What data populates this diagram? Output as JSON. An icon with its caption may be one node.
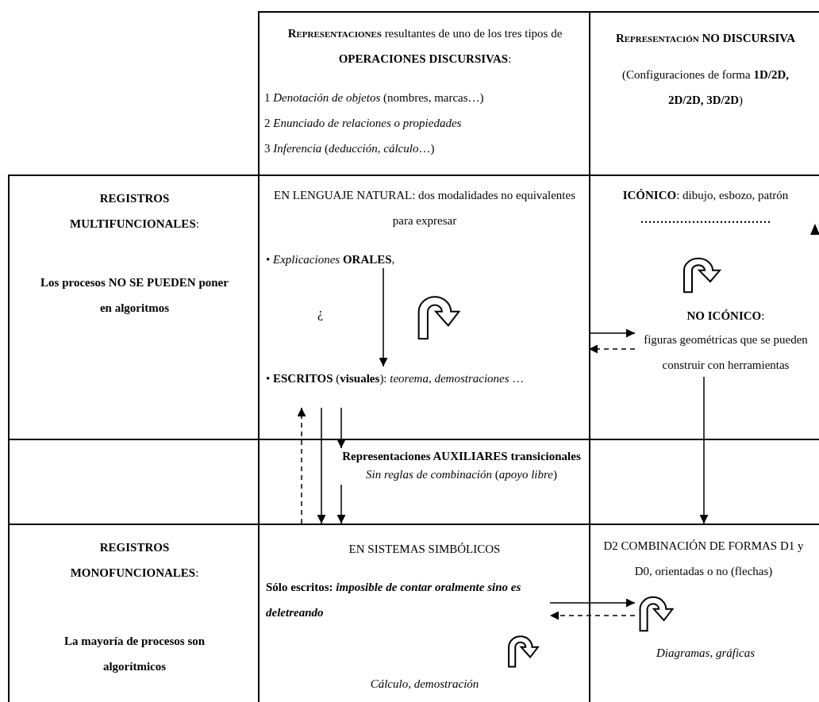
{
  "diagram": {
    "nodes": [
      {
        "text": [
          "**Representaciones** resultantes de uno de los tres tipos de **OPERACIONES DISCURSIVAS**:",
          "1 *Denotación de objetos* (nombres, marcas…)",
          "2 *Enunciado de relaciones o propiedades*",
          "3 *Inferencia* (*deducción, cálculo*…)"
        ]
      },
      {
        "text": [
          "Representación NO DISCURSIVA",
          "(Configuraciones de forma **1D/2D, 2D/2D, 3D/2D**)"
        ]
      },
      {
        "text": [
          "**REGISTROS MULTIFUNCIONALES**:",
          "Los procesos NO SE PUEDEN poner en algoritmos"
        ]
      },
      {
        "text": [
          "EN LENGUAJE NATURAL: dos modalidades no equivalentes para expresar"
        ]
      },
      {
        "text": [
          "• *Explicaciones* **ORALES**,"
        ],
        "in": 3
      },
      {
        "text": [
          "• **ESCRITOS** (**visuales**): *teorema*, *demostraciones* …"
        ],
        "in": 3
      },
      {
        "text": [
          "**ICÓNICO**: dibujo, esbozo, patrón",
          "……………………………"
        ]
      },
      {
        "text": [
          "**NO ICÓNICO**:",
          "figuras geométricas que se pueden construir con herramientas"
        ],
        "in": 6
      },
      {
        "text": [
          "Representaciones AUXILIARES transicionales",
          "*Sin reglas de combinación* (*apoyo libre*)"
        ]
      },
      {
        "text": [
          "**REGISTROS MONOFUNCIONALES**:",
          "La mayoría de procesos son algorítmicos"
        ]
      },
      {
        "text": [
          "EN SISTEMAS SIMBÓLICOS",
          "Cálculo, demostración"
        ]
      },
      {
        "text": [
          "Sólo escritos: *imposible de contar oralmente sino es deletreando*"
        ],
        "in": 10
      },
      {
        "text": [
          "D2 COMBINACIÓN DE FORMAS D1 y D0, orientadas o no (flechas)",
          "Diagramas, gráficas"
        ]
      },
      {
        "text": [],
        "shape": "curved-arrow",
        "in": 12
      }
    ],
    "edges": [
      {
        "from": 4,
        "to": 5,
        "arrow": "to"
      },
      {
        "from": 3,
        "to": 7,
        "arrow": "to"
      },
      {
        "from": 7,
        "to": 3,
        "arrow": "to",
        "style": "dashed"
      },
      {
        "from": 5,
        "to": 10,
        "arrow": "to"
      },
      {
        "from": 5,
        "to": 8,
        "arrow": "to"
      },
      {
        "from": 8,
        "to": 10,
        "arrow": "to"
      },
      {
        "from": 10,
        "to": 5,
        "arrow": "to",
        "style": "dashed"
      },
      {
        "from": 7,
        "to": 12,
        "arrow": "to"
      },
      {
        "from": 11,
        "to": 13,
        "arrow": "to"
      },
      {
        "from": 13,
        "to": 11,
        "arrow": "to",
        "style": "dashed"
      }
    ],
    "labels": [
      "¿"
    ]
  }
}
